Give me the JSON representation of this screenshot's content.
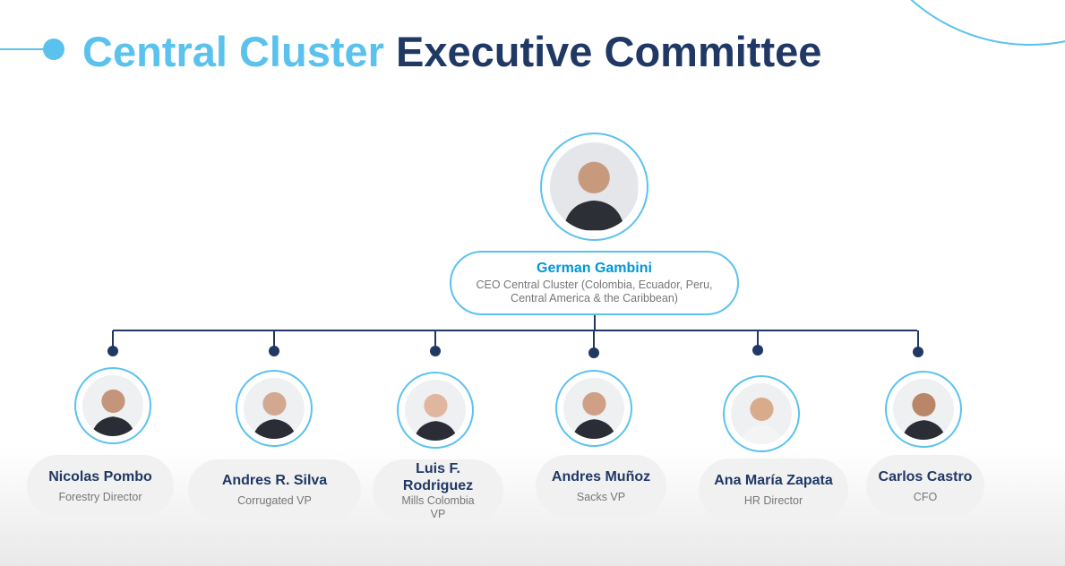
{
  "title": {
    "accent": "Central Cluster",
    "rest": "Executive Committee"
  },
  "ceo": {
    "name": "German Gambini",
    "role_line1": "CEO Central Cluster (Colombia, Ecuador, Peru,",
    "role_line2": "Central America & the Caribbean)"
  },
  "members": [
    {
      "name": "Nicolas Pombo",
      "role": "Forestry Director"
    },
    {
      "name": "Andres R. Silva",
      "role": "Corrugated VP"
    },
    {
      "name": "Luis F. Rodriguez",
      "role": "Mills Colombia VP"
    },
    {
      "name": "Andres Muñoz",
      "role": "Sacks VP"
    },
    {
      "name": "Ana María Zapata",
      "role": "HR Director"
    },
    {
      "name": "Carlos Castro",
      "role": "CFO"
    }
  ],
  "colors": {
    "accent": "#5bc2ee",
    "navy": "#1f3864",
    "ceo_name": "#0096d6"
  }
}
